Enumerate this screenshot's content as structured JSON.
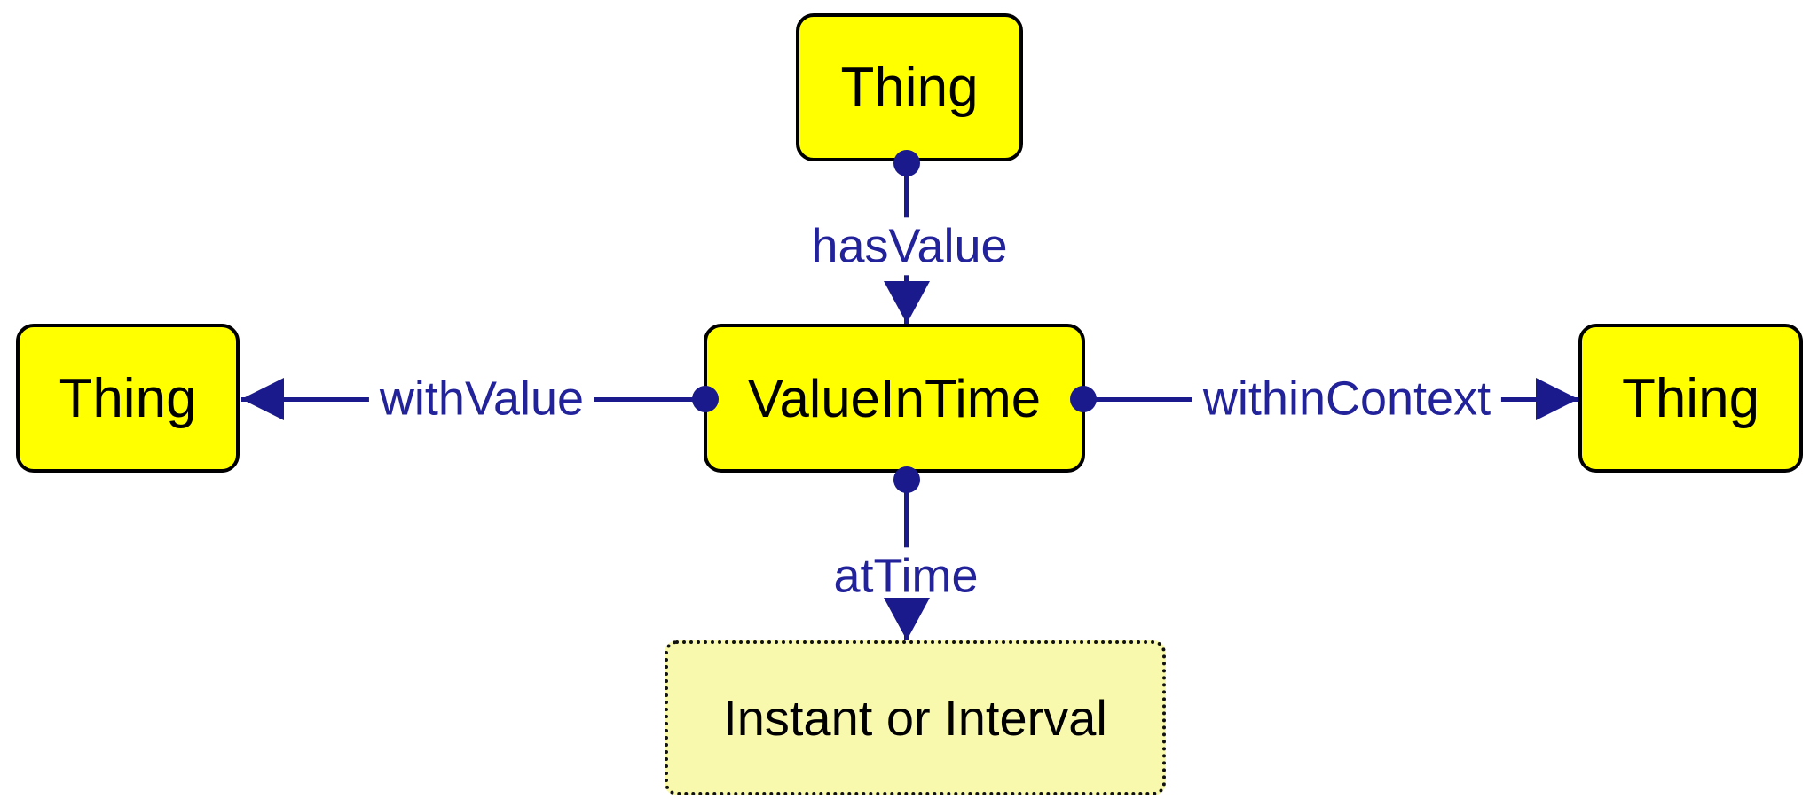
{
  "diagram": {
    "type": "ontology-graph",
    "nodes": [
      {
        "id": "thing-top",
        "label": "Thing",
        "style": "solid-yellow"
      },
      {
        "id": "thing-left",
        "label": "Thing",
        "style": "solid-yellow"
      },
      {
        "id": "value-in-time",
        "label": "ValueInTime",
        "style": "solid-yellow"
      },
      {
        "id": "thing-right",
        "label": "Thing",
        "style": "solid-yellow"
      },
      {
        "id": "instant-or-interval",
        "label": "Instant or Interval",
        "style": "dotted-pale-yellow"
      }
    ],
    "edges": [
      {
        "label": "hasValue",
        "from": "thing-top",
        "to": "value-in-time",
        "direction": "down"
      },
      {
        "label": "withValue",
        "from": "value-in-time",
        "to": "thing-left",
        "direction": "left"
      },
      {
        "label": "withinContext",
        "from": "value-in-time",
        "to": "thing-right",
        "direction": "right"
      },
      {
        "label": "atTime",
        "from": "value-in-time",
        "to": "instant-or-interval",
        "direction": "down"
      }
    ],
    "colors": {
      "node_fill": "#ffff00",
      "node_border": "#000000",
      "dashed_fill": "#f9f9ad",
      "edge": "#1a1a8c",
      "edge_label": "#22229a",
      "background": "#ffffff"
    }
  }
}
